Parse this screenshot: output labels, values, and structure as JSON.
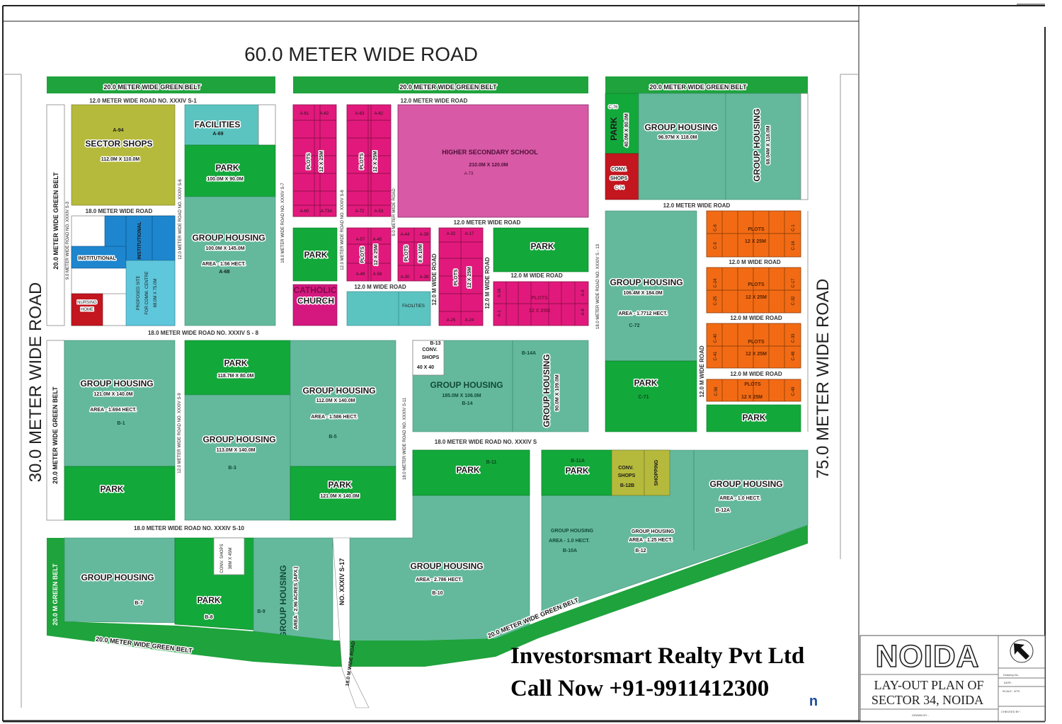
{
  "roads": {
    "top": "60.0  METER  WIDE  ROAD",
    "left": "30.0   METER   WIDE   ROAD",
    "right": "75.0   METER   WIDE   ROAD"
  },
  "l": {
    "gb_top": "20.0 METER WIDE GREEN BELT",
    "r_s1": "12.0  METER  WIDE  ROAD NO. XXXIV S-1",
    "r_top_mid": "12.0  METER  WIDE  ROAD",
    "a94": "A-94",
    "sector_shops": "SECTOR SHOPS",
    "sector_shops_dim": "112.0M X 110.0M",
    "facilities": "FACILITIES",
    "a69": "A-69",
    "park": "PARK",
    "park_a_dim": "100.0M X 90.0M",
    "r18": "18.0   METER   WIDE   ROAD",
    "institutional": "INSTITUTIONAL",
    "nursing": "NURSING",
    "home": "HOME",
    "proposed_site": "PROPOSED SITE",
    "comm_centre": "FOR COMM. CENTRE",
    "comm_dim": "68.0M X 75.0M",
    "group_housing": "GROUP HOUSING",
    "a68_dim": "100.0M X 145.0M",
    "a68_area": "AREA - 1.56 HECT.",
    "a68": "A-68",
    "r_s8": "18.0   METER   WIDE   ROAD   NO.   XXXIV   S  -  8",
    "gb_left": "20.0 METER WIDE GREEN BELT",
    "r_s3": "9.0 METER WIDE ROAD NO. XXXIV S-3",
    "r_s6": "12.0 METER WIDE ROAD NO. XXXIV S-6",
    "r_s7": "18.0 METER WIDE ROAD NO. XXXIV S-7",
    "r_9m": "9.0  METER  WIDE  ROAD",
    "plots": "PLOTS",
    "plots_dim": "12 X 25M",
    "plots_dim_small": "8 X 10M",
    "a61": "A-61",
    "a62": "A-62",
    "a60": "A-60",
    "a73a": "A-73A",
    "a63": "A-63",
    "a72": "A-72",
    "a53": "A-53",
    "school": "HIGHER SECONDARY SCHOOL",
    "school_dim": "210.0M X 120.0M",
    "a73": "A-73",
    "r12_wide": "12.0  METER  WIDE  ROAD",
    "catholic": "CATHOLIC",
    "church": "CHURCH",
    "a57": "A-57",
    "a45": "A-45",
    "a49": "A-49",
    "a58": "A-58",
    "a44": "A-44",
    "a39": "A-39",
    "a30": "A-30",
    "a38": "A-38",
    "r12m": "12.0 M WIDE ROAD",
    "facilities_small": "FACILITIES",
    "a32": "A-32",
    "a17": "A-17",
    "a25": "A-25",
    "a24": "A-24",
    "a16": "A-16",
    "a1": "A-1",
    "a9": "A-9",
    "a8": "A-8",
    "r_s13": "18.0  METER  WIDE  ROAD  NO.  XXXIV  S - 13",
    "c76": "C-76",
    "park_c76_dim": "40.0M X 80.0M",
    "conv": "CONV.",
    "shops": "SHOPS",
    "c74": "C-74",
    "gh_tr_dim": "96.97M X 118.0M",
    "gh_tr2_dim": "68.04M X 118.0M",
    "c72_dim": "106.4M X 184.0M",
    "c72_area": "AREA - 1.7712 HECT.",
    "c72": "C-72",
    "c71": "C-71",
    "c8": "C-8",
    "c9": "C-9",
    "c1": "C-1",
    "c16": "C-16",
    "c24": "C-24",
    "c25": "C-25",
    "c17": "C-17",
    "c32": "C-32",
    "c40": "C-40",
    "c41": "C-41",
    "c33": "C-33",
    "c48": "C-48",
    "c56": "C-56",
    "c49": "C-49",
    "b1_dim": "121.0M X 140.0M",
    "b1_area": "AREA - 1.694 HECT.",
    "b1": "B-1",
    "gb_left2": "20.0 METER WIDE GREEN BELT",
    "r_s9": "12.0 METER WIDE ROAD NO. XXXIV S-9",
    "park_b_dim": "118.7M X 80.0M",
    "b3_dim": "113.0M X 140.0M",
    "b3": "B-3",
    "b5_dim": "112.0M X 140.0M",
    "b5_area": "AREA - 1.586 HECT.",
    "b5": "B-5",
    "park_b5_dim": "121.0M X 140.0M",
    "r_s11": "18.0 METER WIDE ROAD NO. XXXIV S-11",
    "r_s10": "18.0  METER  WIDE  ROAD NO. XXXIV S-10",
    "b13": "B-13",
    "b13_dim": "40 X 40",
    "b14_dim": "185.0M X 106.0M",
    "b14": "B-14",
    "b14a": "B-14A",
    "b14a_dim": "90.0M X 109.0M",
    "r_s": "18.0  METER  WIDE  ROAD NO. XXXIV S",
    "b11": "B-11",
    "b11a": "B-11A",
    "b12b": "B-12B",
    "shopping": "SHOPPING",
    "b12a_area": "AREA - 1.0 HECT.",
    "b12a": "B-12A",
    "b10a_area": "AREA - 1.0 HECT.",
    "b10a": "B-10A",
    "b12_area": "AREA - 1.25 HECT.",
    "b12": "B-12",
    "gb_20m": "20.0 M GREEN BELT",
    "b7": "B-7",
    "conv_shops": "CONV. SHOPS",
    "conv_shops_dim": "38M X 45M",
    "b8": "B-8",
    "b9": "B-9",
    "b9_area": "AREA - 2.96 ACRES (APX.)",
    "r_s17": "NO. XXXIV S-17",
    "r18m": "18.0 M WIDE ROAD",
    "b10_area": "AREA - 2.786 HECT.",
    "b10": "B-10",
    "gb_bottom": "20.0 METER WIDE GREEN BELT"
  },
  "watermark": {
    "company": "Investorsmart Realty Pvt Ltd",
    "phone": "Call Now +91-9911412300",
    "stray": "n"
  },
  "title_block": {
    "logo": "NOIDA",
    "title_line1": "LAY-OUT PLAN OF",
    "title_line2": "SECTOR 34, NOIDA",
    "drawing_no": "Drawing No.",
    "date": "DATE :",
    "scale": "SCALE : NTS",
    "checked_by": "CHECKED BY :",
    "drawn_by": "DRAWN BY :",
    "north_icon": "north-arrow-icon"
  },
  "colors": {
    "green_belt": "#1fa33d",
    "group_housing": "#64b99c",
    "park": "#13a83a",
    "plots_a": "#e2197c",
    "school": "#d859a6",
    "commercial": "#b6ba3c",
    "institutional": "#1d86cf",
    "nursing_home": "#c3161f",
    "plots_c": "#f26b14"
  }
}
